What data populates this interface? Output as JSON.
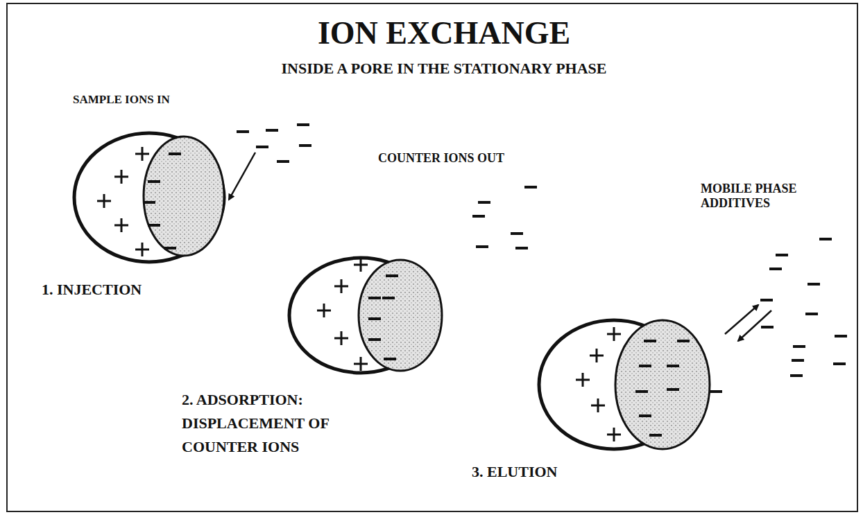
{
  "diagram": {
    "title": "ION EXCHANGE",
    "labels": [
      "INSIDE A PORE IN THE STATIONARY PHASE",
      "SAMPLE IONS IN",
      "COUNTER IONS OUT",
      "MOBILE PHASE ADDITIVES",
      "1. INJECTION",
      "2. ADSORPTION: DISPLACEMENT OF COUNTER IONS",
      "3. ELUTION"
    ]
  }
}
